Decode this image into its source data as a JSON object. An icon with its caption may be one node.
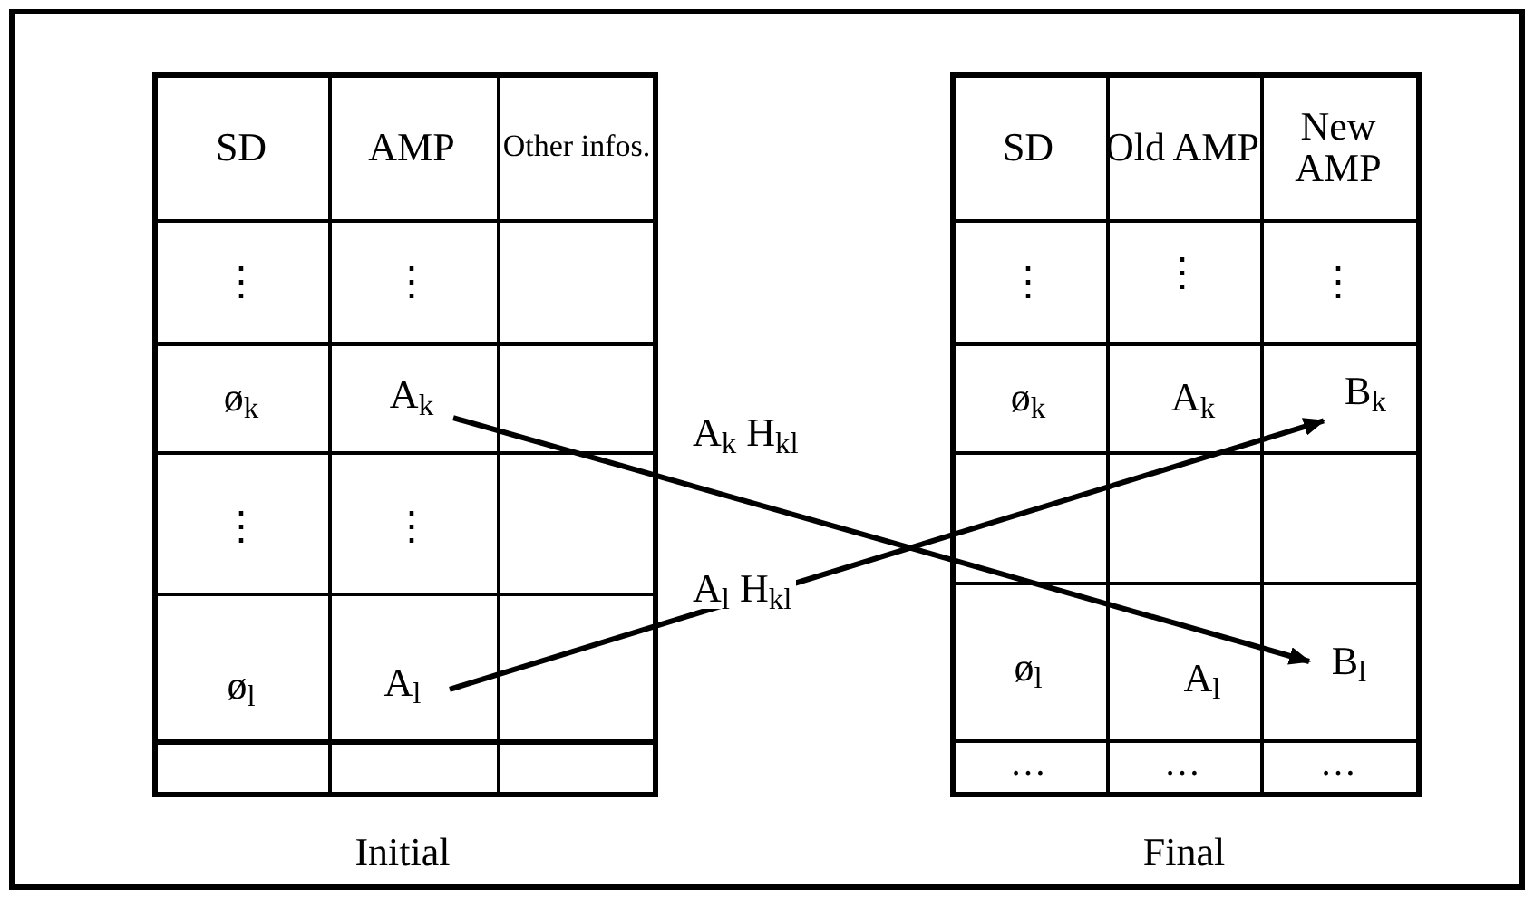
{
  "diagram": {
    "nodes": [
      {
        "text": [
          "A$_{k}$"
        ]
      },
      {
        "text": [
          "A$_{l}$"
        ]
      },
      {
        "text": [
          "B$_{k}$"
        ]
      },
      {
        "text": [
          "B$_{l}$"
        ]
      }
    ],
    "edges": [
      {
        "from": 0,
        "to": 3,
        "arrow": "to",
        "label": "A$_{k}$ H$_{kl}$"
      },
      {
        "from": 1,
        "to": 2,
        "arrow": "to",
        "label": "A$_{l}$ H$_{kl}$"
      }
    ],
    "labels": [
      "SD",
      "AMP",
      "Other infos.",
      "⋮",
      "⋮",
      "ø$_{k}$",
      "⋮",
      "⋮",
      "ø$_{l}$",
      "SD",
      "Old AMP",
      "New AMP",
      "⋮",
      "⋮",
      "⋮",
      "ø$_{k}$",
      "A$_{k}$",
      "ø$_{l}$",
      "A$_{l}$",
      "…",
      "…",
      "…",
      "Initial",
      "Final"
    ]
  }
}
